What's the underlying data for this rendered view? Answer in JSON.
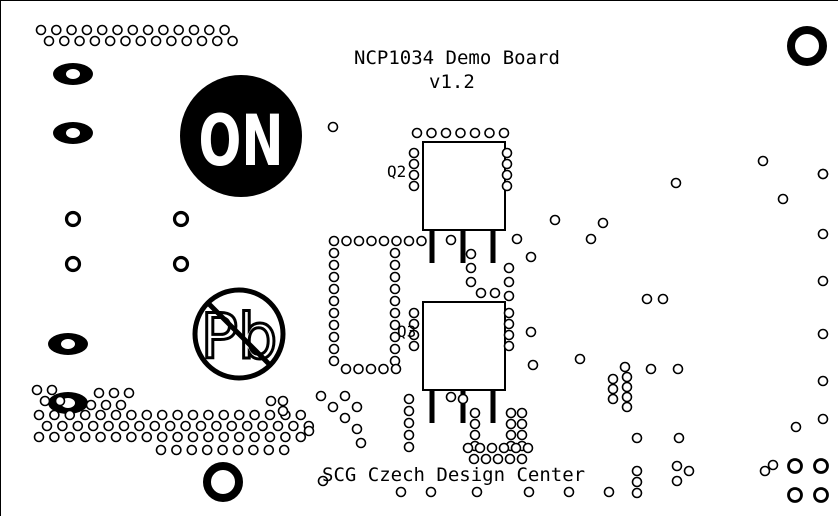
{
  "board": {
    "title": "NCP1034 Demo Board",
    "version": "v1.2",
    "footer": "SCG Czech Design Center"
  },
  "components": {
    "q2_label": "Q2",
    "q3_label": "Q3"
  },
  "logos": {
    "manufacturer_logo_text": "ON",
    "pb_free_mark_text": "Pb"
  },
  "colors": {
    "ink": "#000000",
    "board_background": "#ffffff"
  }
}
